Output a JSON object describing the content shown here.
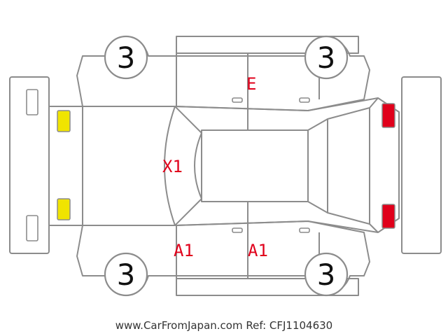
{
  "wheels": {
    "front_left": "3",
    "front_right": "3",
    "rear_left": "3",
    "rear_right": "3"
  },
  "damage_codes": {
    "roof": "X1",
    "right_door_top": "E",
    "front_door_bottom": "A1",
    "rear_door_bottom": "A1"
  },
  "lights": {
    "front_color": "#f0e400",
    "rear_color": "#e0001b"
  },
  "watermark": "www.CarFromJapan.com Ref: CFJ1104630"
}
